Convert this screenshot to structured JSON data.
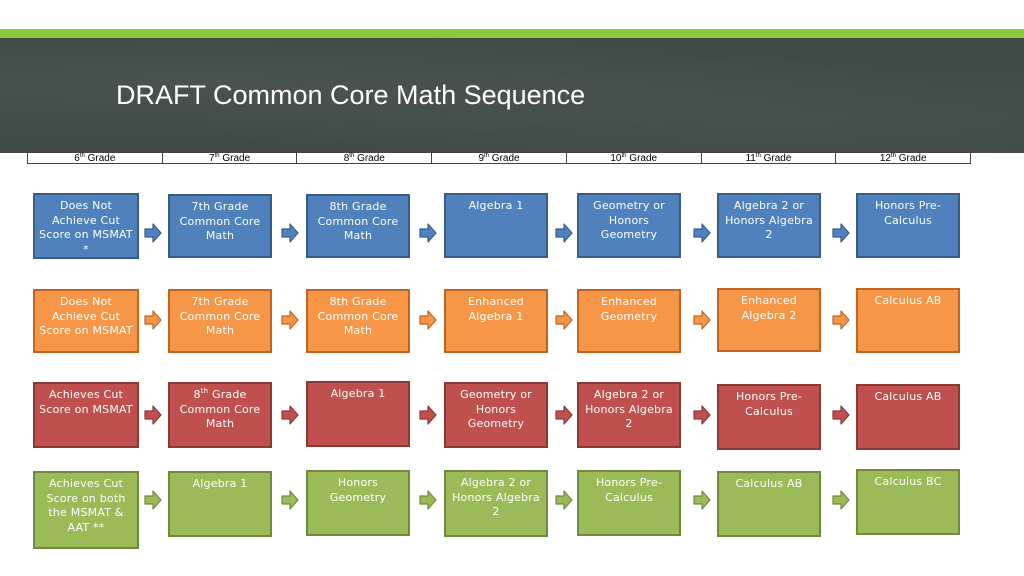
{
  "title": "DRAFT Common Core Math Sequence",
  "grades": [
    {
      "num": "6",
      "suffix": "th",
      "label": "Grade"
    },
    {
      "num": "7",
      "suffix": "th",
      "label": "Grade"
    },
    {
      "num": "8",
      "suffix": "th",
      "label": "Grade"
    },
    {
      "num": "9",
      "suffix": "th",
      "label": "Grade"
    },
    {
      "num": "10",
      "suffix": "th",
      "label": "Grade"
    },
    {
      "num": "11",
      "suffix": "th",
      "label": "Grade"
    },
    {
      "num": "12",
      "suffix": "th",
      "label": "Grade"
    }
  ],
  "colors": {
    "blue": "#4f81bd",
    "orange": "#f79646",
    "red": "#c0504d",
    "green": "#9bbb59",
    "header_bg": "#3f4a46",
    "accent_stripe": "#8dc63f"
  },
  "rows": [
    {
      "color": "blue",
      "boxes": [
        "Does Not Achieve Cut Score on MSMAT *",
        "7th Grade Common Core Math",
        "8th Grade Common Core Math",
        "Algebra 1",
        "Geometry or Honors Geometry",
        "Algebra 2 or Honors Algebra 2",
        "Honors Pre-Calculus"
      ]
    },
    {
      "color": "orange",
      "boxes": [
        "Does Not Achieve Cut Score on MSMAT",
        "7th Grade Common Core Math",
        "8th Grade Common Core Math",
        "Enhanced Algebra 1",
        "Enhanced Geometry",
        "Enhanced Algebra 2",
        "Calculus AB"
      ]
    },
    {
      "color": "red",
      "boxes": [
        "Achieves Cut Score on MSMAT",
        {
          "num": "8",
          "suffix": "th",
          "rest": "Grade Common Core Math"
        },
        "Algebra 1",
        "Geometry or Honors Geometry",
        "Algebra 2 or Honors Algebra 2",
        "Honors Pre-Calculus",
        "Calculus AB"
      ]
    },
    {
      "color": "green",
      "boxes": [
        "Achieves Cut Score on both the MSMAT & AAT **",
        "Algebra 1",
        "Honors Geometry",
        "Algebra 2 or Honors Algebra 2",
        "Honors Pre-Calculus",
        "Calculus AB",
        "Calculus BC"
      ]
    }
  ]
}
